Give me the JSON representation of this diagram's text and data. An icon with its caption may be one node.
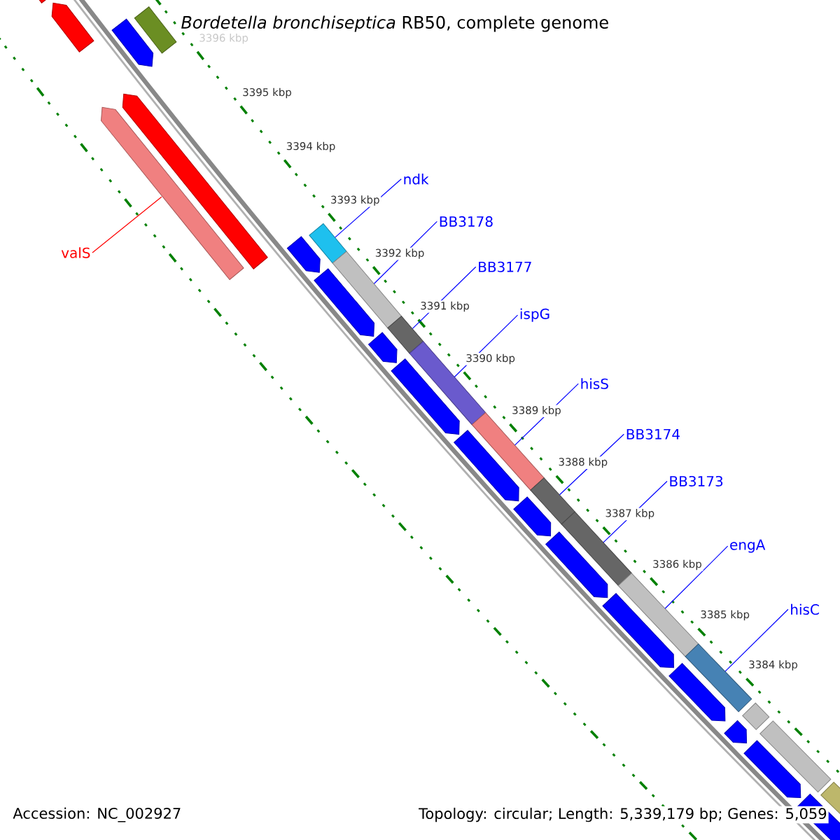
{
  "diagram": {
    "title": "*Bordetella bronchiseptica* RB50, complete genome",
    "nodes": [
      {
        "text": [
          "ndk"
        ]
      },
      {
        "text": [
          "BB3178"
        ]
      },
      {
        "text": [
          "BB3177"
        ]
      },
      {
        "text": [
          "ispG"
        ]
      },
      {
        "text": [
          "hisS"
        ]
      },
      {
        "text": [
          "BB3174"
        ]
      },
      {
        "text": [
          "BB3173"
        ]
      },
      {
        "text": [
          "engA"
        ]
      },
      {
        "text": [
          "hisC"
        ]
      },
      {
        "text": [
          "valS"
        ]
      },
      {
        "text": [],
        "shape": "bar"
      },
      {
        "text": [],
        "shape": "bar"
      },
      {
        "text": [],
        "shape": "bar"
      },
      {
        "text": [],
        "shape": "bar"
      },
      {
        "text": [],
        "shape": "bar"
      },
      {
        "text": [],
        "shape": "bar"
      },
      {
        "text": [],
        "shape": "bar"
      },
      {
        "text": [],
        "shape": "bar"
      },
      {
        "text": [],
        "shape": "bar"
      },
      {
        "text": [],
        "shape": "bar"
      },
      {
        "text": [],
        "shape": "bar"
      }
    ],
    "edges": [
      {
        "from": 0,
        "to": 10,
        "arrow": "none"
      },
      {
        "from": 1,
        "to": 11,
        "arrow": "none"
      },
      {
        "from": 2,
        "to": 12,
        "arrow": "none"
      },
      {
        "from": 3,
        "to": 13,
        "arrow": "none"
      },
      {
        "from": 4,
        "to": 14,
        "arrow": "none"
      },
      {
        "from": 5,
        "to": 15,
        "arrow": "none"
      },
      {
        "from": 6,
        "to": 16,
        "arrow": "none"
      },
      {
        "from": 7,
        "to": 17,
        "arrow": "none"
      },
      {
        "from": 8,
        "to": 18,
        "arrow": "none"
      },
      {
        "from": 9,
        "to": 19,
        "arrow": "none",
        "color": "#ff0000"
      }
    ],
    "labels": [
      "3396 kbp",
      "3395 kbp",
      "3394 kbp",
      "3393 kbp",
      "3392 kbp",
      "3391 kbp",
      "3390 kbp",
      "3389 kbp",
      "3388 kbp",
      "3387 kbp",
      "3386 kbp",
      "3385 kbp",
      "3384 kbp",
      "Accession: NC_002927",
      "Topology: circular; Length: 5,339,179 bp; Genes: 5,059"
    ]
  }
}
